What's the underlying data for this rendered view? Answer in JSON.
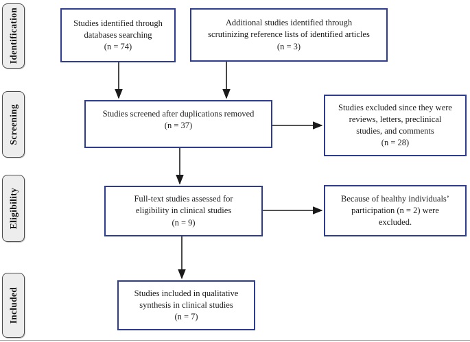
{
  "stages": [
    {
      "label": "Identification"
    },
    {
      "label": "Screening"
    },
    {
      "label": "Eligibility"
    },
    {
      "label": "Included"
    }
  ],
  "boxes": [
    {
      "name": "studies-identified-databases",
      "text": "Studies identified through\ndatabases searching\n(n = 74)"
    },
    {
      "name": "additional-studies-references",
      "text": "Additional studies identified through\nscrutinizing reference lists of identified articles\n(n = 3)"
    },
    {
      "name": "studies-screened-duplications-removed",
      "text": "Studies screened after duplications removed\n(n = 37)"
    },
    {
      "name": "studies-excluded-reviews-letters",
      "text": "Studies excluded since they were\nreviews, letters, preclinical\nstudies, and comments\n(n = 28)"
    },
    {
      "name": "fulltext-assessed-eligibility",
      "text": "Full-text studies assessed for\neligibility in clinical studies\n(n = 9)"
    },
    {
      "name": "excluded-healthy-individuals",
      "text": "Because of healthy individuals’\nparticipation (n = 2) were\nexcluded."
    },
    {
      "name": "studies-included-qualitative",
      "text": "Studies included in qualitative\nsynthesis in clinical studies\n(n = 7)"
    }
  ],
  "counts": {
    "identified_databases": 74,
    "identified_references": 3,
    "screened": 37,
    "excluded_screening": 28,
    "fulltext_assessed": 9,
    "excluded_healthy": 2,
    "included": 7
  },
  "colors": {
    "box_border": "#2e3c90",
    "stage_fill": "#ededed",
    "stage_border": "#4a4a4a",
    "arrow": "#1a1a1a",
    "bottom_rule": "#9a9a9a"
  }
}
